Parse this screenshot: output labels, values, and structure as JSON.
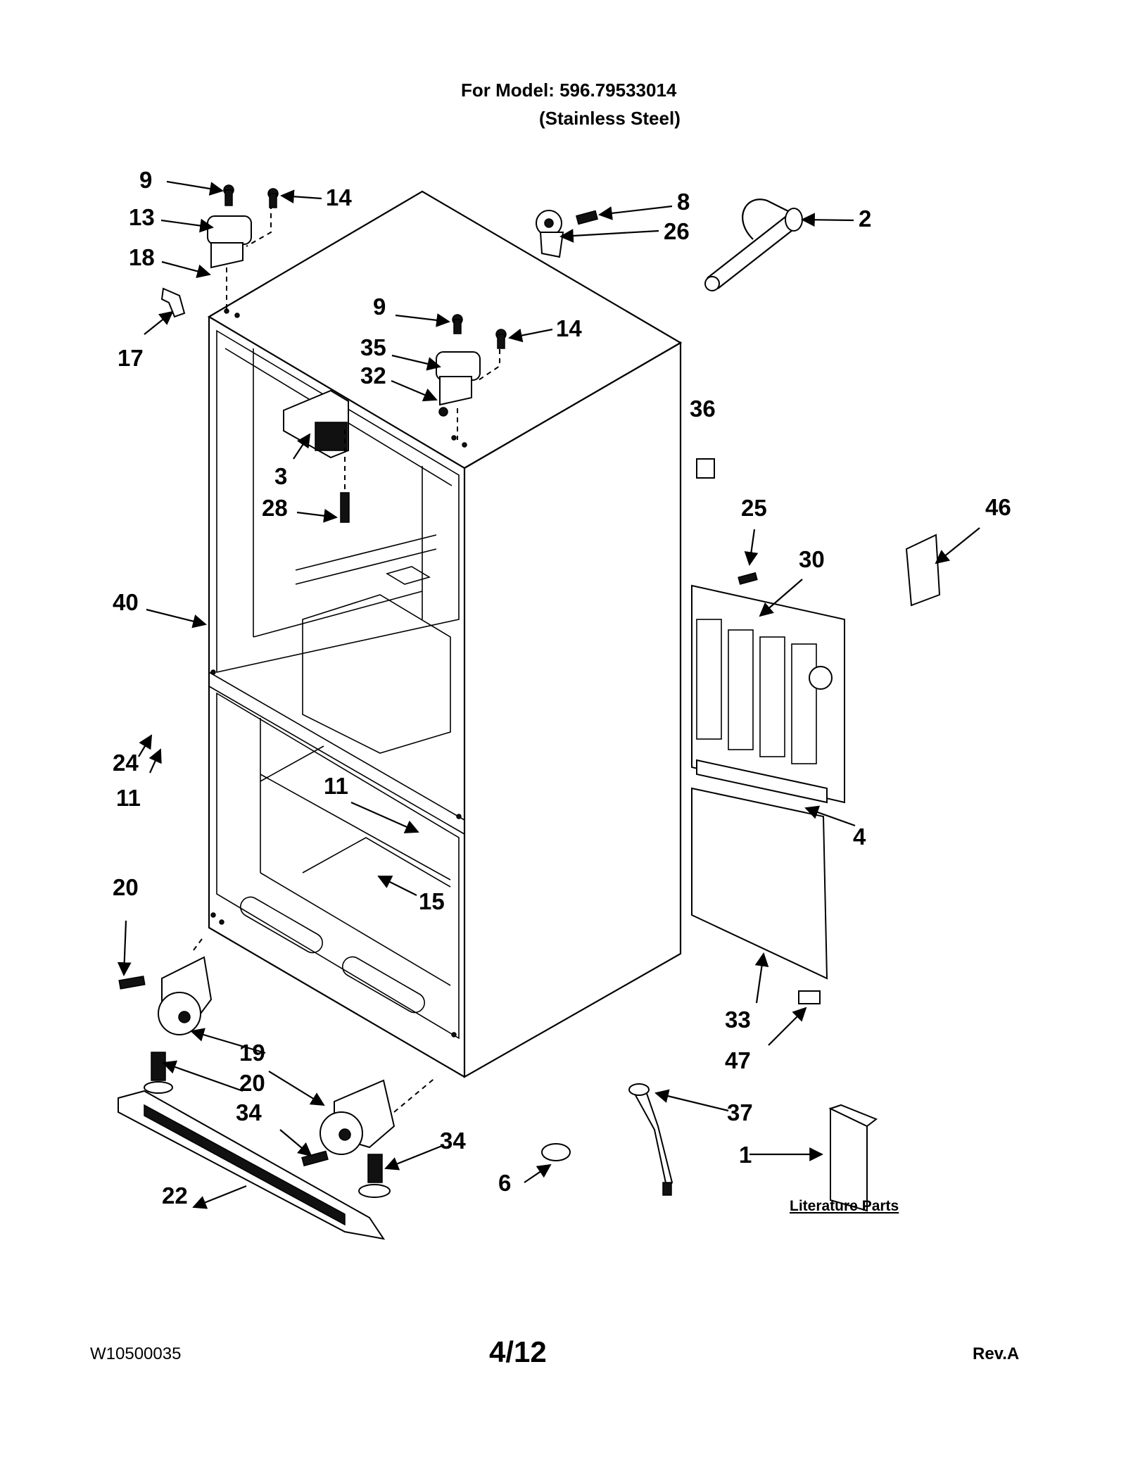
{
  "header": {
    "model_line": "For Model: 596.79533014",
    "finish_line": "(Stainless Steel)"
  },
  "callouts": {
    "c1": "1",
    "c2": "2",
    "c3": "3",
    "c4": "4",
    "c6": "6",
    "c8": "8",
    "c9a": "9",
    "c9b": "9",
    "c11a": "11",
    "c11b": "11",
    "c13": "13",
    "c14a": "14",
    "c14b": "14",
    "c15": "15",
    "c17": "17",
    "c18": "18",
    "c19": "19",
    "c20a": "20",
    "c20b": "20",
    "c22": "22",
    "c24": "24",
    "c25": "25",
    "c26": "26",
    "c28": "28",
    "c30": "30",
    "c32": "32",
    "c33": "33",
    "c34a": "34",
    "c34b": "34",
    "c35": "35",
    "c36": "36",
    "c37": "37",
    "c40": "40",
    "c46": "46",
    "c47": "47"
  },
  "literature_label": "Literature Parts",
  "footer": {
    "doc_number": "W10500035",
    "page": "4/12",
    "revision": "Rev.A"
  }
}
